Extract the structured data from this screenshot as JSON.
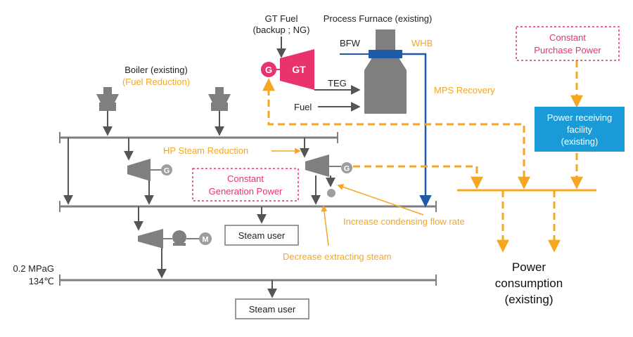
{
  "labels": {
    "gt_fuel_line1": "GT Fuel",
    "gt_fuel_line2": "(backup ; NG)",
    "process_furnace": "Process Furnace (existing)",
    "bfw": "BFW",
    "whb": "WHB",
    "gt": "GT",
    "generator": "G",
    "teg": "TEG",
    "fuel": "Fuel",
    "mps_recovery": "MPS Recovery",
    "boiler_line1": "Boiler (existing)",
    "boiler_line2": "(Fuel Reduction)",
    "hp_steam_reduction": "HP Steam Reduction",
    "constant_generation_line1": "Constant",
    "constant_generation_line2": "Generation Power",
    "constant_purchase_line1": "Constant",
    "constant_purchase_line2": "Purchase Power",
    "power_receiving_line1": "Power receiving",
    "power_receiving_line2": "facility",
    "power_receiving_line3": "(existing)",
    "steam_user_mid": "Steam user",
    "steam_user_bottom": "Steam user",
    "increase_condensing": "Increase condensing flow rate",
    "decrease_extracting": "Decrease extracting steam",
    "pressure": "0.2 MPaG",
    "temperature": "134℃",
    "motor": "M",
    "turbine_gen_1": "G",
    "turbine_gen_2": "G",
    "power_consumption_line1": "Power",
    "power_consumption_line2": "consumption",
    "power_consumption_line3": "(existing)"
  },
  "colors": {
    "orange": "#F5A623",
    "pink": "#E8336D",
    "blue": "#1E5AA8",
    "cyan": "#1A9BD7",
    "gray": "#7F7F7F",
    "dark_gray": "#555555"
  }
}
